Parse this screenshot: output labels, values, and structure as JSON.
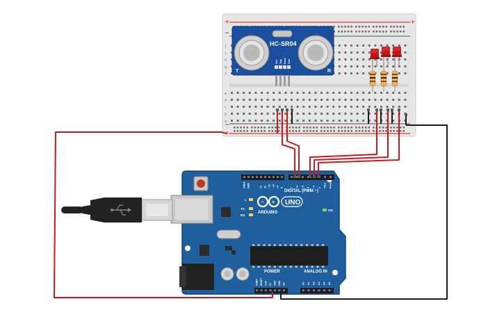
{
  "sensor": {
    "model": "HC-SR04",
    "corner_left": "T",
    "corner_right": "R",
    "pins": [
      "Vcc",
      "Trig",
      "Echo",
      "Gnd"
    ]
  },
  "breadboard": {
    "plus": "+",
    "minus": "−",
    "row_letters_top": [
      "j",
      "i",
      "h",
      "g",
      "f"
    ],
    "row_letters_bottom": [
      "e",
      "d",
      "c",
      "b",
      "a"
    ]
  },
  "arduino": {
    "digital_label": "DIGITAL (PWM ~)",
    "brand": "ARDUINO",
    "model": "UNO",
    "power_label": "POWER",
    "analog_label": "ANALOG IN",
    "on_label": "ON",
    "led_labels": [
      "L",
      "TX",
      "RX"
    ],
    "header_top": [
      "AREF",
      "GND",
      "13",
      "12",
      "~11",
      "~10",
      "~9",
      "8",
      "7",
      "~6",
      "~5",
      "4",
      "~3",
      "2",
      "TX▸1",
      "RX◂0"
    ],
    "header_power": [
      "IOREF",
      "RESET",
      "3.3V",
      "5V",
      "GND",
      "GND",
      "Vin"
    ],
    "header_analog": [
      "A0",
      "A1",
      "A2",
      "A3",
      "A4",
      "A5"
    ]
  },
  "colors": {
    "board_blue": "#1f5f9e",
    "breadboard": "#e6e6e6",
    "wire_red": "#d0161b",
    "wire_black": "#1c1c1c",
    "led_red": "#c51616",
    "sensor_blue": "#1a4f9f"
  }
}
